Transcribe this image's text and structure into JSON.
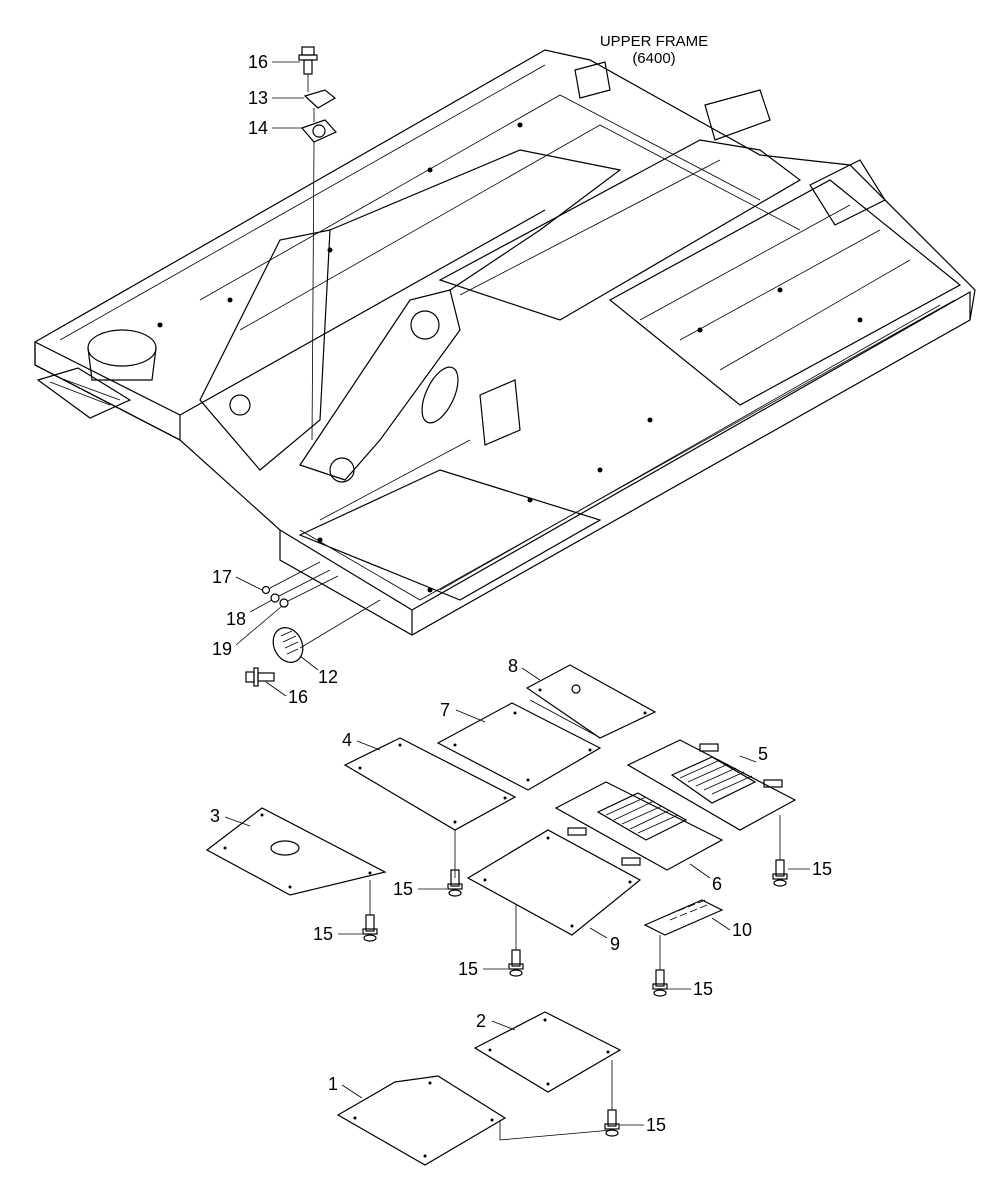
{
  "title": {
    "line1": "UPPER FRAME",
    "line2": "(6400)"
  },
  "callouts": {
    "c16a": "16",
    "c13": "13",
    "c14": "14",
    "c17": "17",
    "c18": "18",
    "c19": "19",
    "c12": "12",
    "c16b": "16",
    "c8": "8",
    "c7": "7",
    "c4": "4",
    "c5": "5",
    "c3": "3",
    "c6": "6",
    "c9": "9",
    "c10": "10",
    "c15a": "15",
    "c15b": "15",
    "c15c": "15",
    "c15d": "15",
    "c15e": "15",
    "c15f": "15",
    "c2": "2",
    "c1": "1"
  }
}
